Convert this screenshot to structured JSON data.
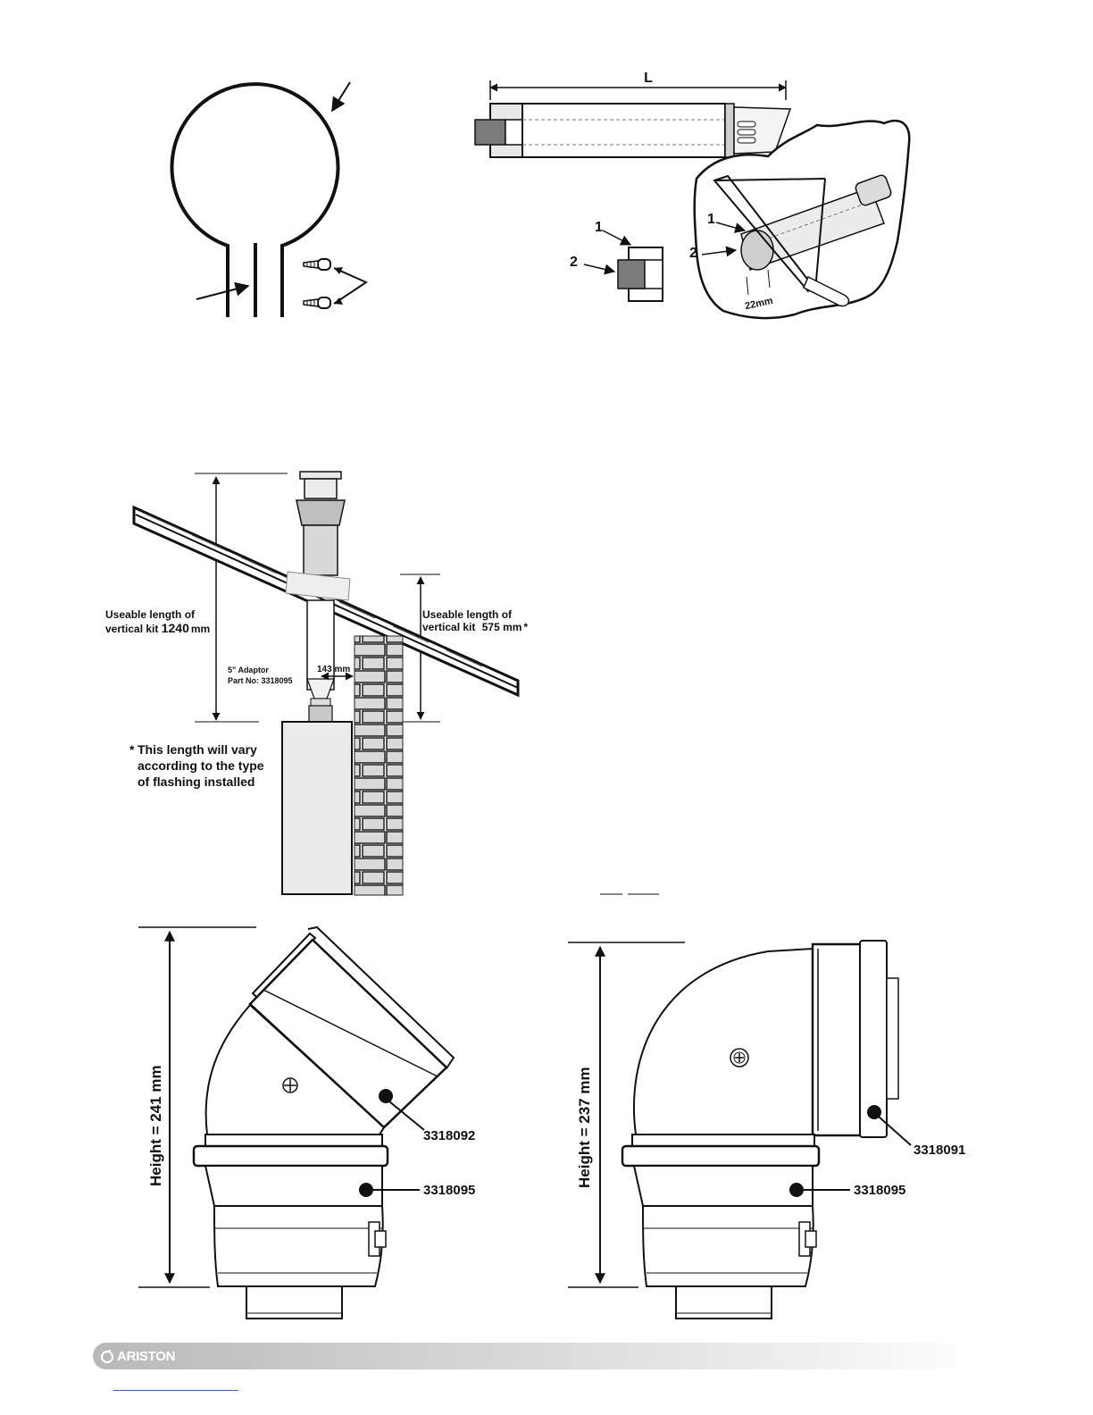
{
  "figure_top_left": {
    "icons": [
      "bracket-clamp-icon",
      "screw-icon"
    ]
  },
  "figure_top_right": {
    "length_label": "L",
    "detail_marker_1": "1",
    "detail_marker_2": "2",
    "photo_marker_1": "1",
    "photo_marker_2": "2",
    "cut_dimension": "22mm"
  },
  "figure_vertical_kit": {
    "left_label_line1": "Useable length of",
    "left_label_line2": "vertical kit",
    "left_value": "1240",
    "left_unit": "mm",
    "right_label_line1": "Useable length of",
    "right_label_line2": "vertical kit",
    "right_value": "575 mm",
    "right_marker": "*",
    "adaptor_line1": "5\" Adaptor",
    "adaptor_line2": "Part No: 3318095",
    "gap_dimension": "143 mm",
    "note_star": "*",
    "note_line1": "This length will vary",
    "note_line2": "according to the type",
    "note_line3": "of flashing installed"
  },
  "figure_bend_45": {
    "height_label": "Height = 241 mm",
    "part_upper": "3318092",
    "part_lower": "3318095"
  },
  "figure_bend_90": {
    "height_label": "Height =  237 mm",
    "part_upper": "3318091",
    "part_lower": "3318095"
  },
  "footer": {
    "brand": "ARISTON"
  },
  "colors": {
    "line": "#1a1a1a",
    "pipe_fill": "#ececec",
    "seal_fill": "#7a7a7a",
    "brick_fill": "#d9d9d9",
    "footer_bar": "#c8c8c8"
  }
}
